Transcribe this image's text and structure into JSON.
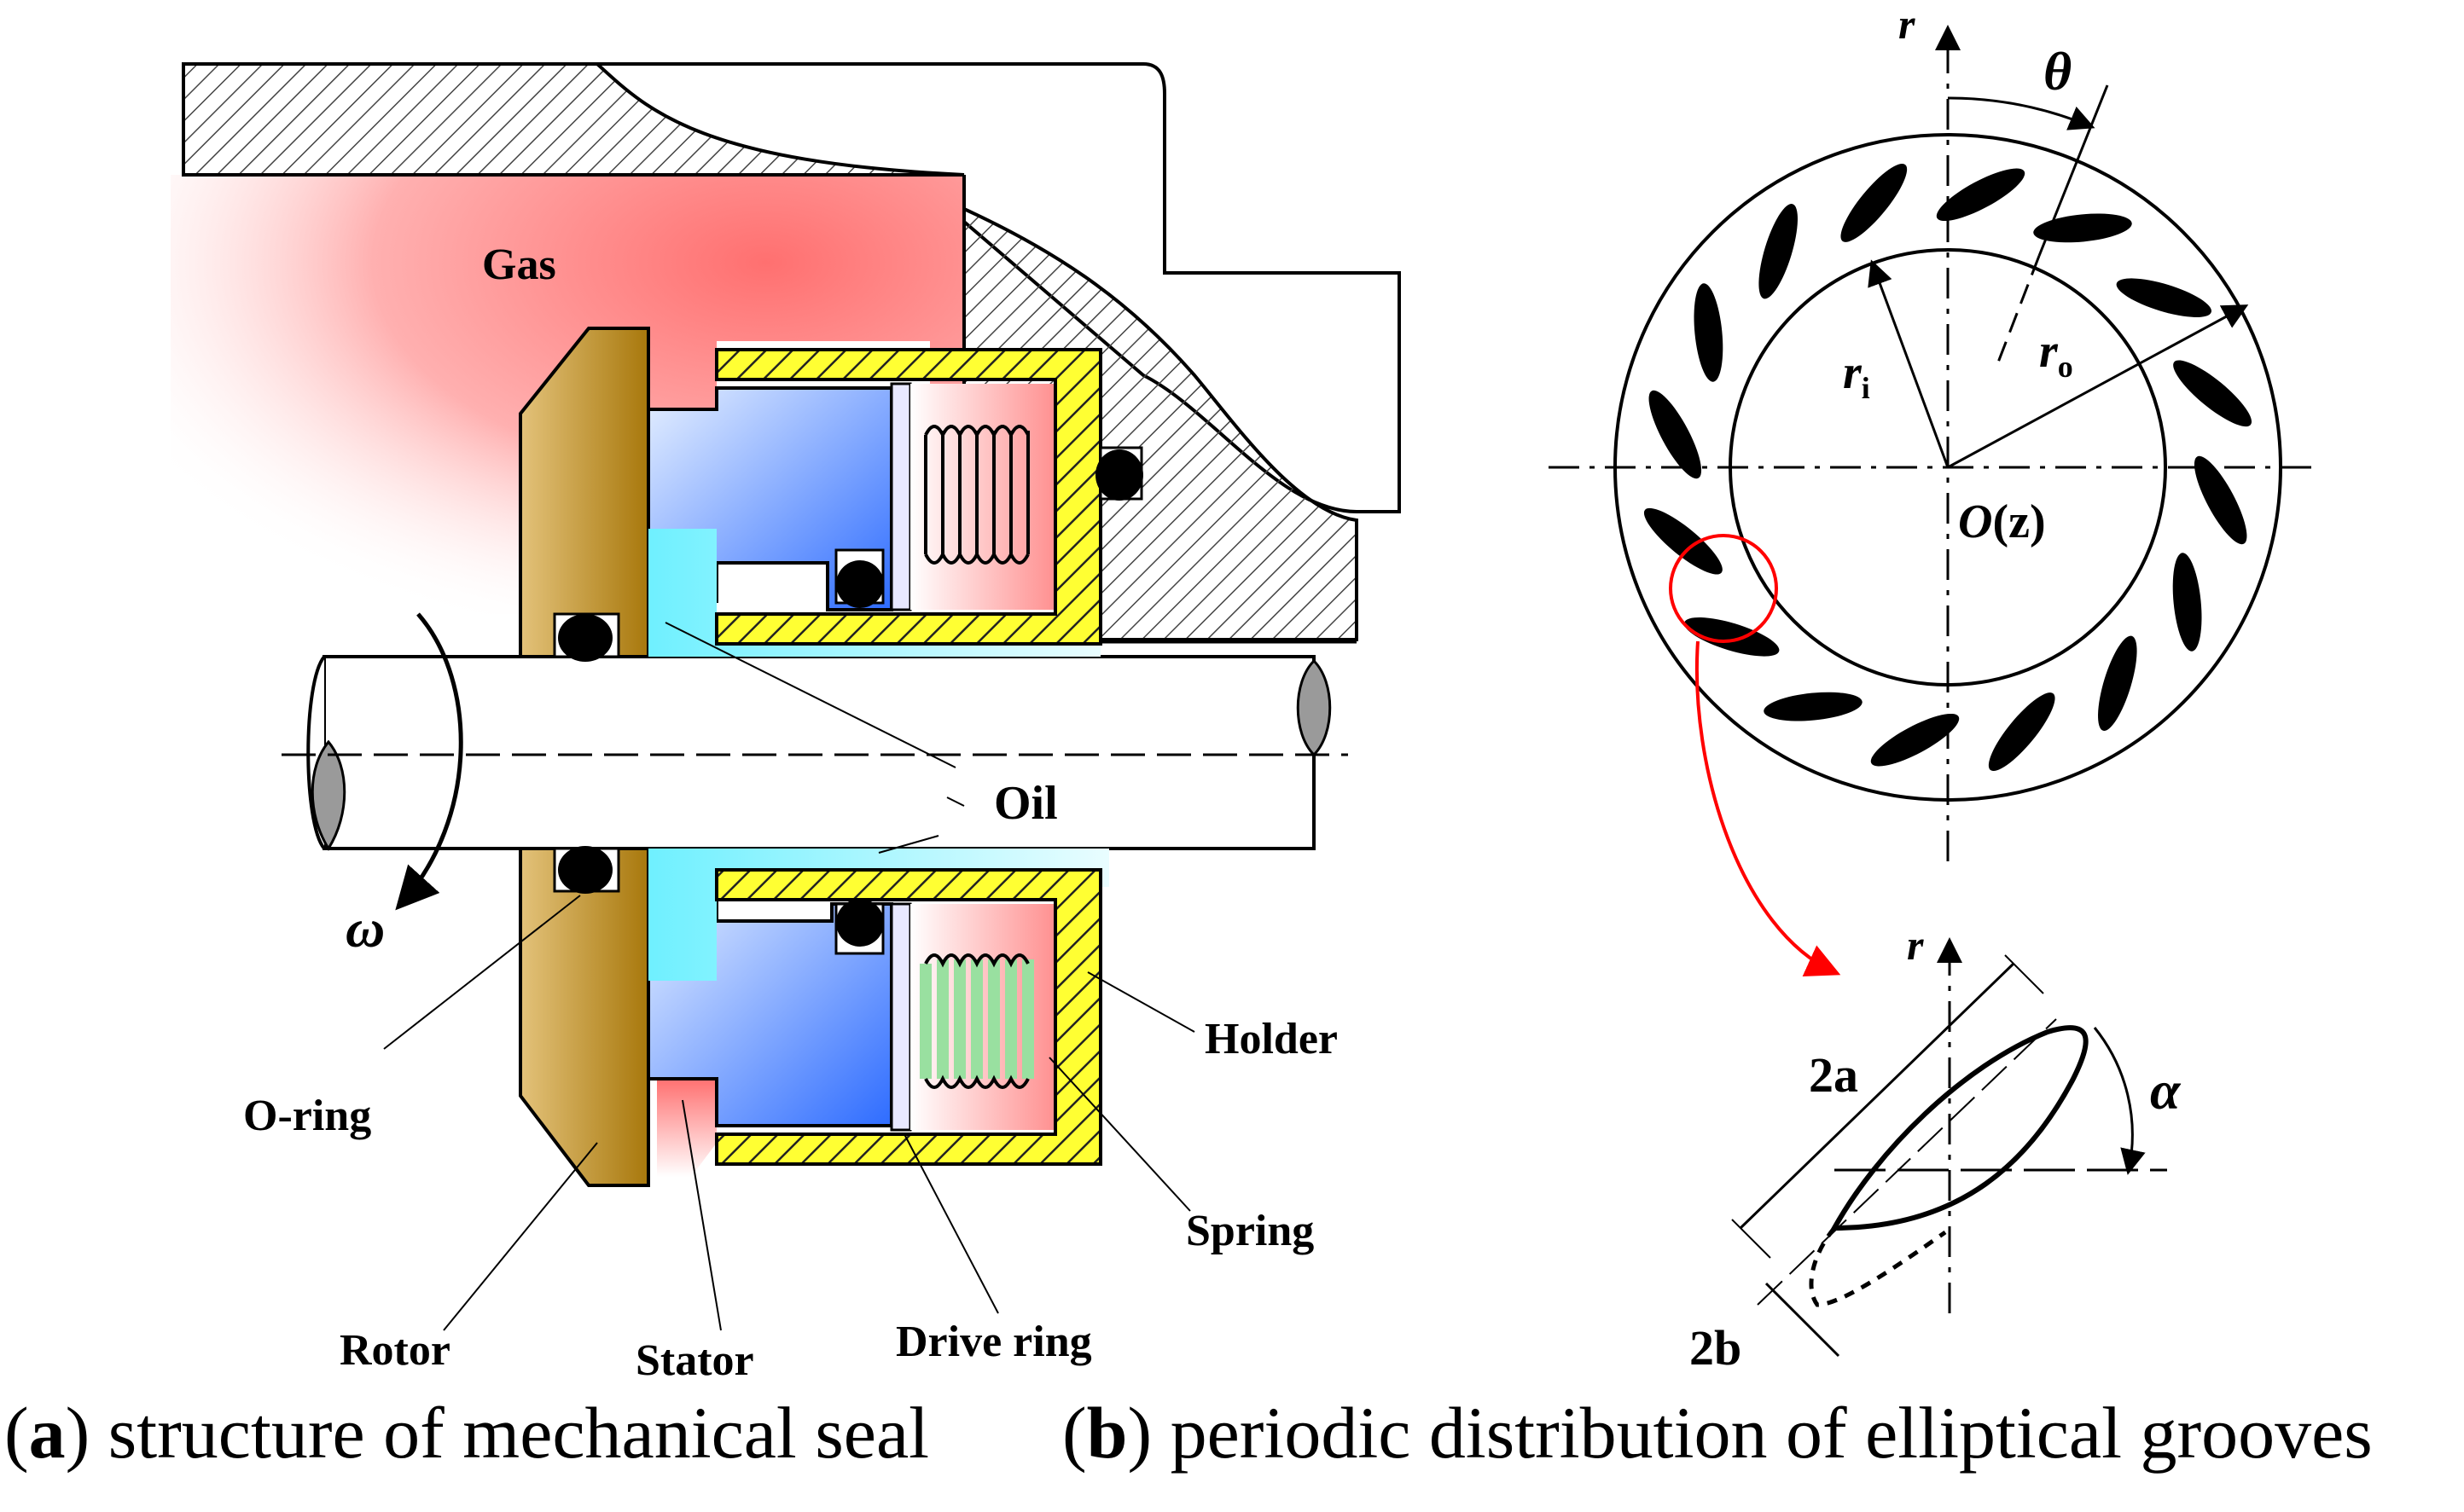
{
  "panel_a": {
    "labels": {
      "gas": "Gas",
      "oil": "Oil",
      "omega": "ω",
      "o_ring": "O-ring",
      "rotor": "Rotor",
      "stator": "Stator",
      "drive_ring": "Drive ring",
      "spring": "Spring",
      "holder": "Holder"
    },
    "caption": {
      "letter": "a",
      "text": "structure of mechanical seal"
    }
  },
  "panel_b": {
    "labels": {
      "r_axis": "r",
      "theta": "θ",
      "r_i": "r",
      "r_i_sub": "i",
      "r_o": "r",
      "r_o_sub": "o",
      "origin": "O",
      "origin_z": "(z)",
      "r_axis_detail": "r",
      "two_a": "2a",
      "alpha": "α",
      "two_b": "2b"
    },
    "caption": {
      "letter": "b",
      "text": "periodic distribution of elliptical grooves"
    }
  },
  "colors": {
    "gas_red": "#ff8080",
    "rotor_brown": "#b8860b",
    "stator_blue": "#3d7bff",
    "oil_cyan": "#7df3ff",
    "holder_yellow": "#ffff33",
    "spring_green": "#99e0a0",
    "highlight_red": "#ff0000"
  }
}
